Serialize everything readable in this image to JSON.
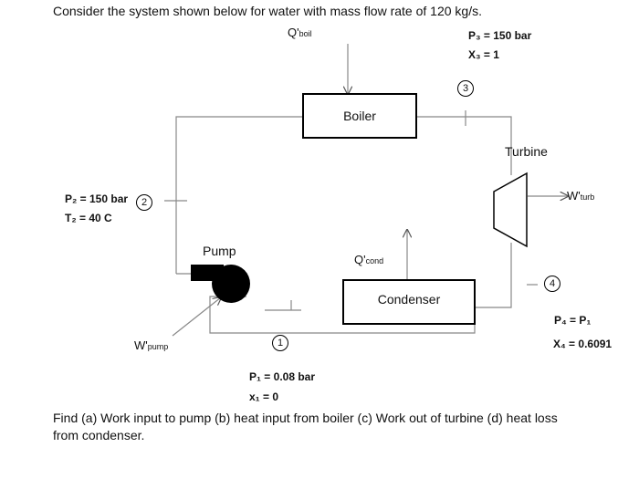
{
  "problem": {
    "statement": "Consider the system shown below for water with mass flow rate of 120 kg/s.",
    "question_line1": "Find (a) Work input to pump (b) heat input from boiler (c) Work out of turbine (d) heat loss",
    "question_line2": "from condenser."
  },
  "components": {
    "boiler": "Boiler",
    "turbine": "Turbine",
    "condenser": "Condenser",
    "pump": "Pump"
  },
  "energy_labels": {
    "q_boil": "Q'",
    "q_boil_sub": "boil",
    "q_cond": "Q'",
    "q_cond_sub": "cond",
    "w_turb": "W'",
    "w_turb_sub": "turb",
    "w_pump": "W'",
    "w_pump_sub": "pump"
  },
  "states": {
    "s1": {
      "number": "1",
      "line1": "P₁ =  0.08 bar",
      "line2": "x₁ =  0"
    },
    "s2": {
      "number": "2",
      "line1": "P₂ = 150 bar",
      "line2": "T₂ = 40 C"
    },
    "s3": {
      "number": "3",
      "line1": "P₃ = 150 bar",
      "line2": "X₃ = 1"
    },
    "s4": {
      "number": "4",
      "line1": "P₄ = P₁",
      "line2": "X₄ = 0.6091"
    }
  }
}
